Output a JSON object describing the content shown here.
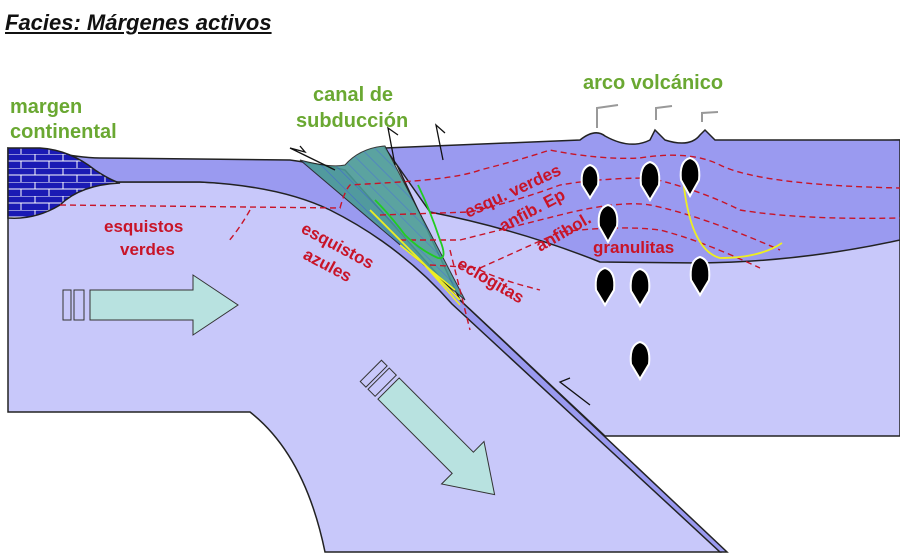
{
  "title": "Facies: Márgenes activos",
  "labels": {
    "margen_1": "margen",
    "margen_2": "continental",
    "canal_1": "canal de",
    "canal_2": "subducción",
    "arco": "arco volcánico",
    "esq_verdes_1": "esquistos",
    "esq_verdes_2": "verdes",
    "esq_azules_1": "esquistos",
    "esq_azules_2": "azules",
    "esqu_verdes": "esqu. verdes",
    "anfib_ep": "anfib. Ep",
    "anfibol": "anfibol.",
    "granulitas": "granulitas",
    "eclogitas": "eclogitas"
  },
  "colors": {
    "mantle": "#c8c8fa",
    "crust": "#9a9af0",
    "brick": "#1a1ab4",
    "canal": "#4a9a96",
    "arrow": "#b8e2e0",
    "facies_lines": "#c81428",
    "labels_green": "#6aa832"
  }
}
